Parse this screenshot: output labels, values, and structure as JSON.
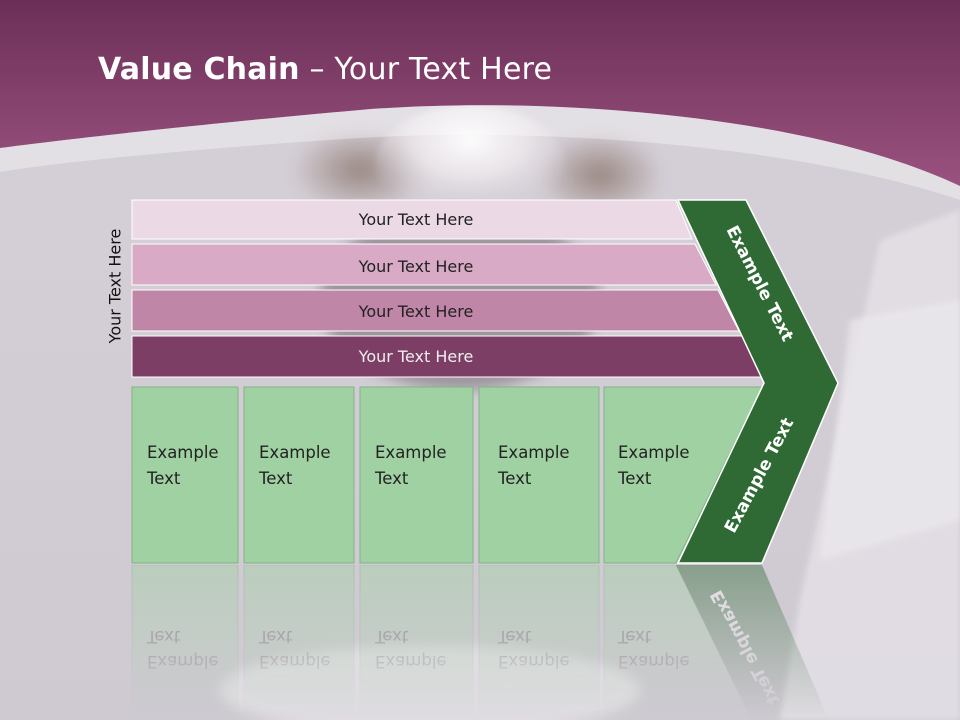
{
  "slide": {
    "title_bold": "Value Chain",
    "title_rest": " – Your Text Here",
    "side_label": "Your Text Here"
  },
  "bars": [
    {
      "label": "Your Text Here",
      "color": "#ecd9e6"
    },
    {
      "label": "Your Text Here",
      "color": "#d8aac6"
    },
    {
      "label": "Your Text Here",
      "color": "#c086a7"
    },
    {
      "label": "Your Text Here",
      "color": "#7d3e65"
    }
  ],
  "boxes": [
    {
      "line1": "Example",
      "line2": "Text"
    },
    {
      "line1": "Example",
      "line2": "Text"
    },
    {
      "line1": "Example",
      "line2": "Text"
    },
    {
      "line1": "Example",
      "line2": "Text"
    },
    {
      "line1": "Example",
      "line2": "Text"
    }
  ],
  "chevron": {
    "upper_label": "Example Text",
    "lower_label": "Example Text",
    "color": "#2f6a35"
  },
  "colors": {
    "header": "#8d4a78",
    "box_fill": "#a0d1a2",
    "box_border": "#7fb384"
  }
}
